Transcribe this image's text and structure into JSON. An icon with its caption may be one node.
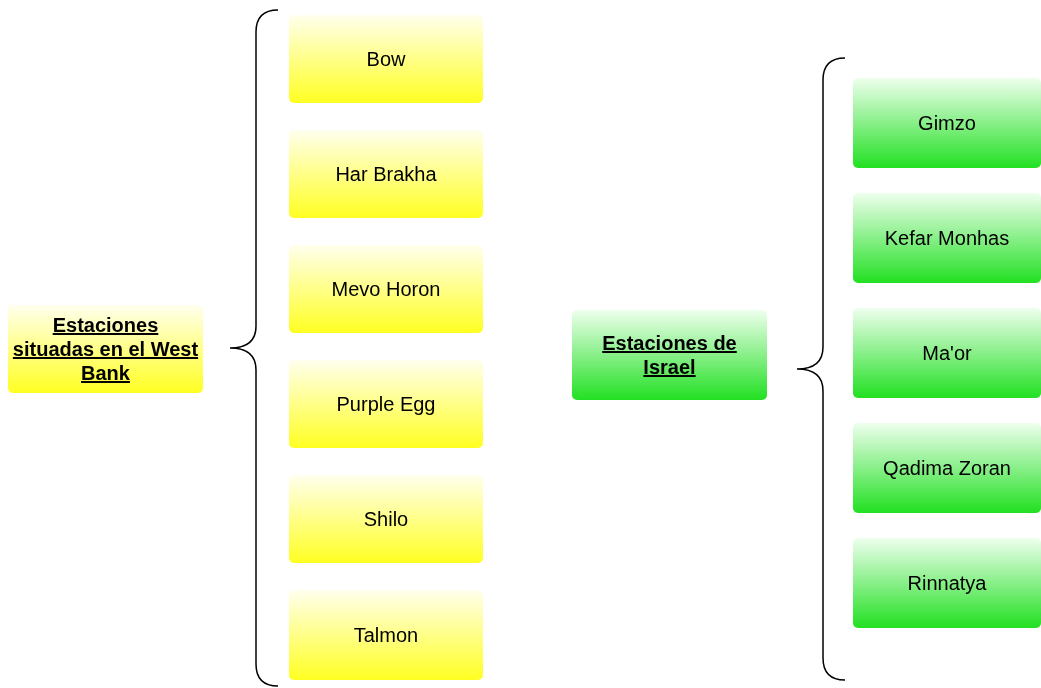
{
  "diagram": {
    "nodes": [
      {
        "text": [
          "Estaciones situadas en el West Bank"
        ]
      },
      {
        "text": [
          "Bow"
        ]
      },
      {
        "text": [
          "Har Brakha"
        ]
      },
      {
        "text": [
          "Mevo Horon"
        ]
      },
      {
        "text": [
          "Purple Egg"
        ]
      },
      {
        "text": [
          "Shilo"
        ]
      },
      {
        "text": [
          "Talmon"
        ]
      },
      {
        "text": [
          "Estaciones de Israel"
        ]
      },
      {
        "text": [
          "Gimzo"
        ]
      },
      {
        "text": [
          "Kefar Monhas"
        ]
      },
      {
        "text": [
          "Ma'or"
        ]
      },
      {
        "text": [
          "Qadima Zoran"
        ]
      },
      {
        "text": [
          "Rinnatya"
        ]
      }
    ]
  }
}
